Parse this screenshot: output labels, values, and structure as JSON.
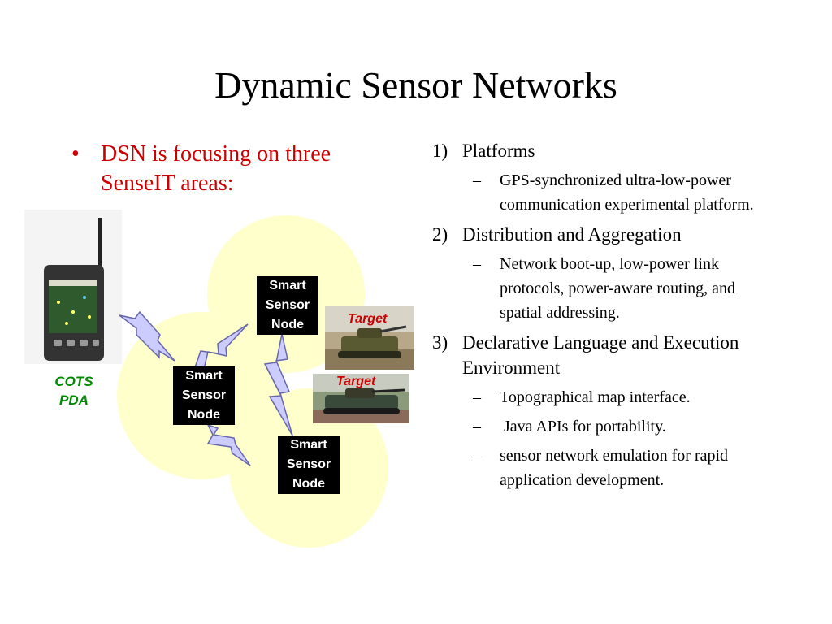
{
  "title": "Dynamic Sensor Networks",
  "left_bullet": {
    "bullet": "•",
    "text": "DSN is focusing on three SenseIT areas:"
  },
  "right_list": [
    {
      "num": "1)",
      "label": "Platforms",
      "subs": [
        "GPS-synchronized ultra-low-power communication experimental platform."
      ]
    },
    {
      "num": "2)",
      "label": "Distribution and Aggregation",
      "subs": [
        "Network boot-up, low-power link protocols, power-aware routing, and spatial addressing."
      ]
    },
    {
      "num": "3)",
      "label": "Declarative Language and Execution Environment",
      "subs": [
        "Topographical map interface.",
        " Java APIs for portability.",
        "sensor network emulation for rapid application development."
      ]
    }
  ],
  "dash": "–",
  "diagram": {
    "node_lines": [
      "Smart",
      "Sensor",
      "Node"
    ],
    "pda_label_lines": [
      "COTS",
      "PDA"
    ],
    "target_label": "Target",
    "colors": {
      "circle_fill": "#ffffcc",
      "bolt_fill": "#ccccff",
      "bolt_stroke": "#6666aa",
      "node_bg": "#000000",
      "node_text": "#ffffff",
      "pda_label": "#008800",
      "target_label": "#cc0000",
      "bullet_text": "#cc0000"
    },
    "images": [
      "pda-device-photo",
      "tank-photo-1",
      "tank-photo-2"
    ]
  }
}
